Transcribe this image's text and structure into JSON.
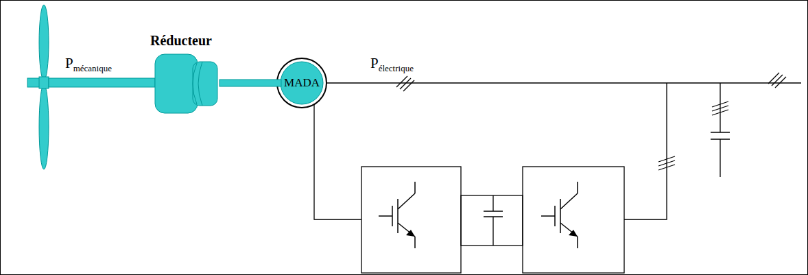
{
  "diagram": {
    "nodes": [
      {
        "text": [
          "Réducteur"
        ]
      },
      {
        "text": [
          "MADA"
        ]
      }
    ],
    "edges": [
      {
        "from": 0,
        "to": 1,
        "arrow": "none"
      }
    ],
    "labels": [
      "P",
      "mécanique",
      "P",
      "électrique"
    ]
  }
}
